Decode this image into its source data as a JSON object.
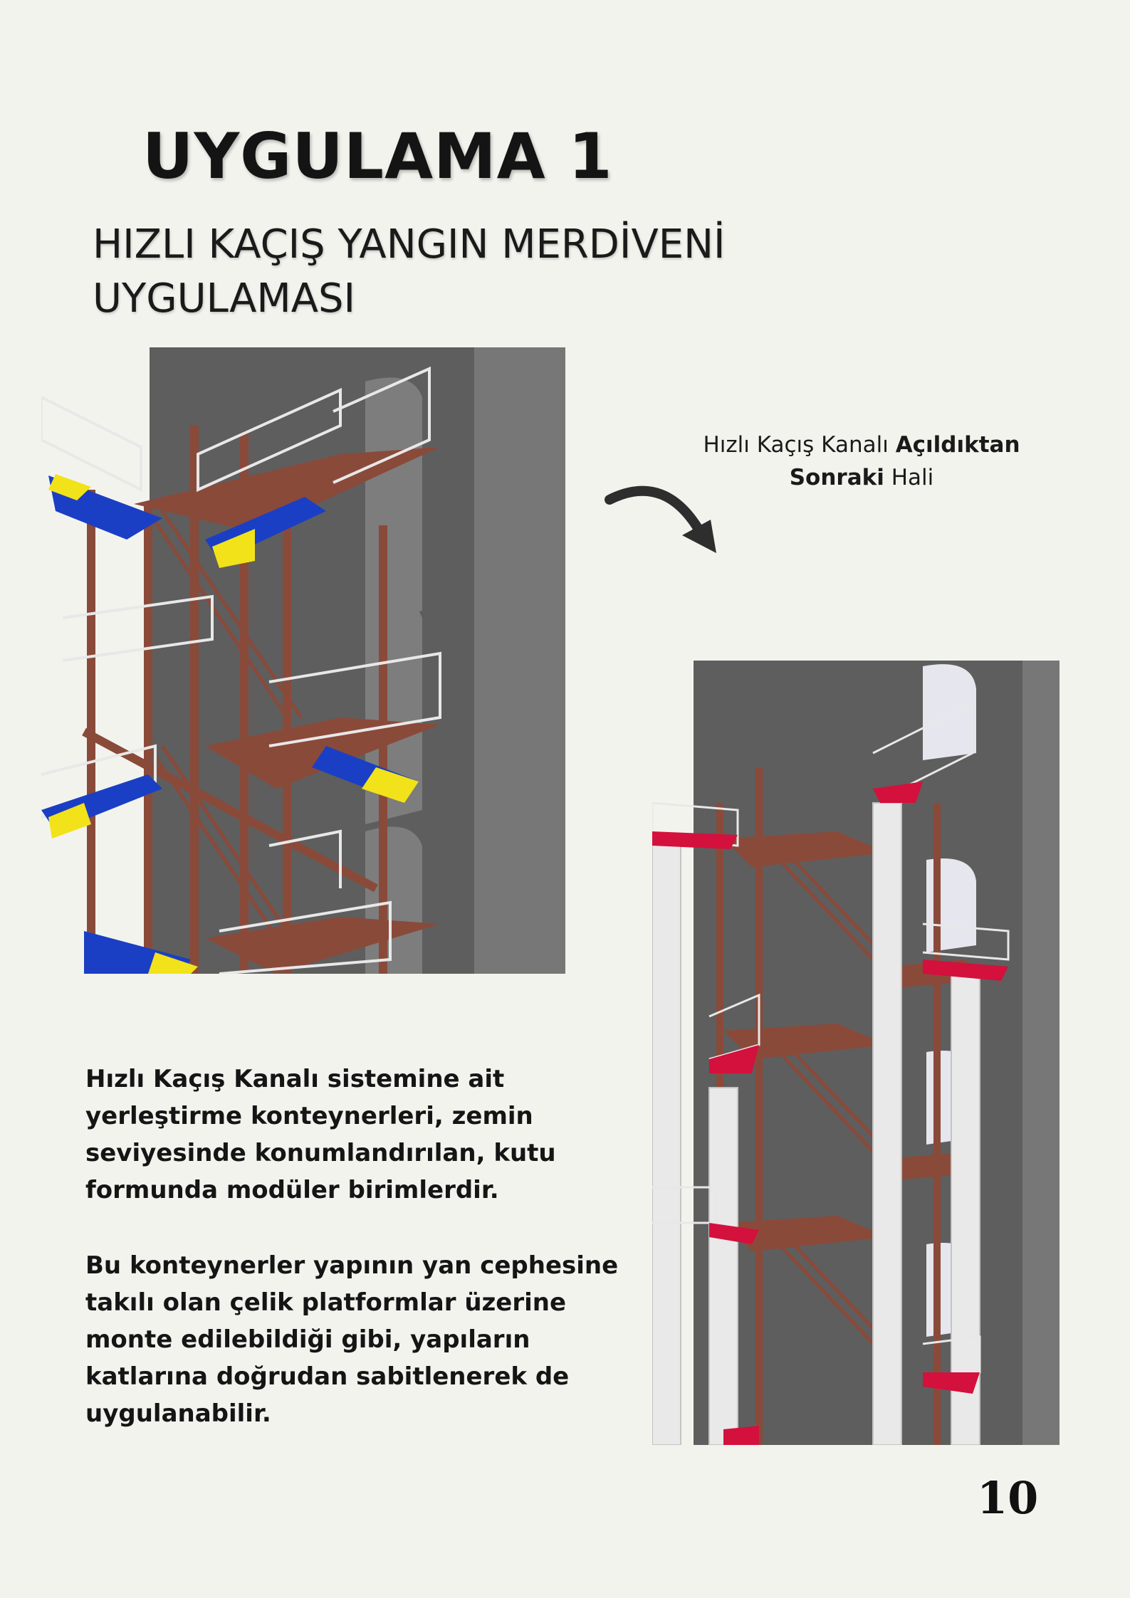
{
  "header": {
    "title": "UYGULAMA 1",
    "subtitle_line1": "HIZLI KAÇIŞ YANGIN MERDİVENİ",
    "subtitle_line2": "UYGULAMASI"
  },
  "caption": {
    "part1": "Hızlı Kaçış Kanalı ",
    "part2_bold": "Açıldıktan",
    "part3_bold": "Sonraki",
    "part4": " Hali"
  },
  "body": {
    "paragraph1": "Hızlı Kaçış Kanalı sistemine ait yerleştirme konteynerleri, zemin seviyesinde konumlandırılan, kutu formunda modüler birimlerdir.",
    "paragraph2": "Bu konteynerler yapının yan cephesine takılı olan çelik platformlar üzerine monte edilebildiği gibi,  yapıların katlarına doğrudan sabitlenerek de uygulanabilir."
  },
  "footer": {
    "page_number": "10"
  },
  "colors": {
    "background": "#f3f3ee",
    "wall": "#5e5e5e",
    "steel": "#8a4a3a",
    "railing": "#e8e8e8",
    "container_blue": "#1a3fc4",
    "container_yellow": "#f2e21a",
    "container_red": "#d4103c",
    "arrow": "#2e2e2e"
  },
  "icons": {
    "arrow": "curved-arrow-icon"
  }
}
